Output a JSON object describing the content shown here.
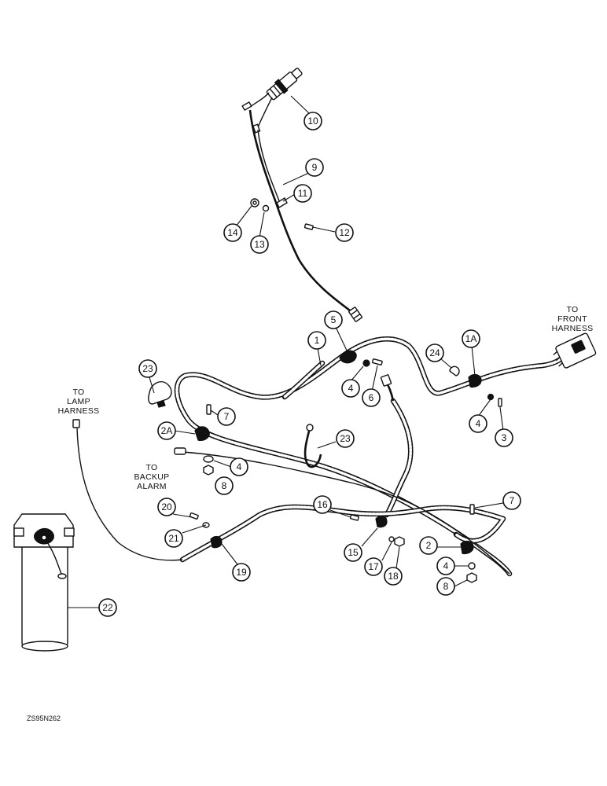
{
  "labels": {
    "front_harness": [
      "TO",
      "FRONT",
      "HARNESS"
    ],
    "lamp_harness": [
      "TO",
      "LAMP",
      "HARNESS"
    ],
    "backup_alarm": [
      "TO",
      "BACKUP",
      "ALARM"
    ]
  },
  "figure_id": "ZS95N262",
  "callouts": {
    "c10": "10",
    "c9": "9",
    "c11": "11",
    "c14": "14",
    "c13": "13",
    "c12": "12",
    "c5": "5",
    "c1": "1",
    "c24": "24",
    "c1a": "1A",
    "c4a": "4",
    "c6": "6",
    "c4b": "4",
    "c3": "3",
    "c23a": "23",
    "c7a": "7",
    "c2a": "2A",
    "c23b": "23",
    "c4c": "4",
    "c8a": "8",
    "c20": "20",
    "c16": "16",
    "c7b": "7",
    "c21": "21",
    "c2": "2",
    "c15": "15",
    "c19": "19",
    "c17": "17",
    "c18": "18",
    "c4d": "4",
    "c8b": "8",
    "c22": "22"
  }
}
